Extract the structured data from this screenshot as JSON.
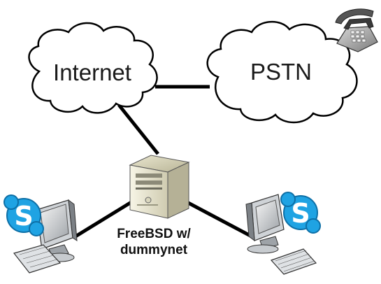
{
  "clouds": {
    "internet": {
      "label": "Internet"
    },
    "pstn": {
      "label": "PSTN"
    }
  },
  "router": {
    "label_line1": "FreeBSD w/",
    "label_line2": "dummynet"
  },
  "icons": {
    "left_client": "skype-icon",
    "right_client": "skype-icon",
    "skype_letter": "S",
    "phone": "telephone-icon",
    "server": "server-icon",
    "computer": "desktop-computer-icon"
  },
  "colors": {
    "skype_blue": "#1fa3e3",
    "cloud_stroke": "#000000",
    "link": "#000000"
  }
}
